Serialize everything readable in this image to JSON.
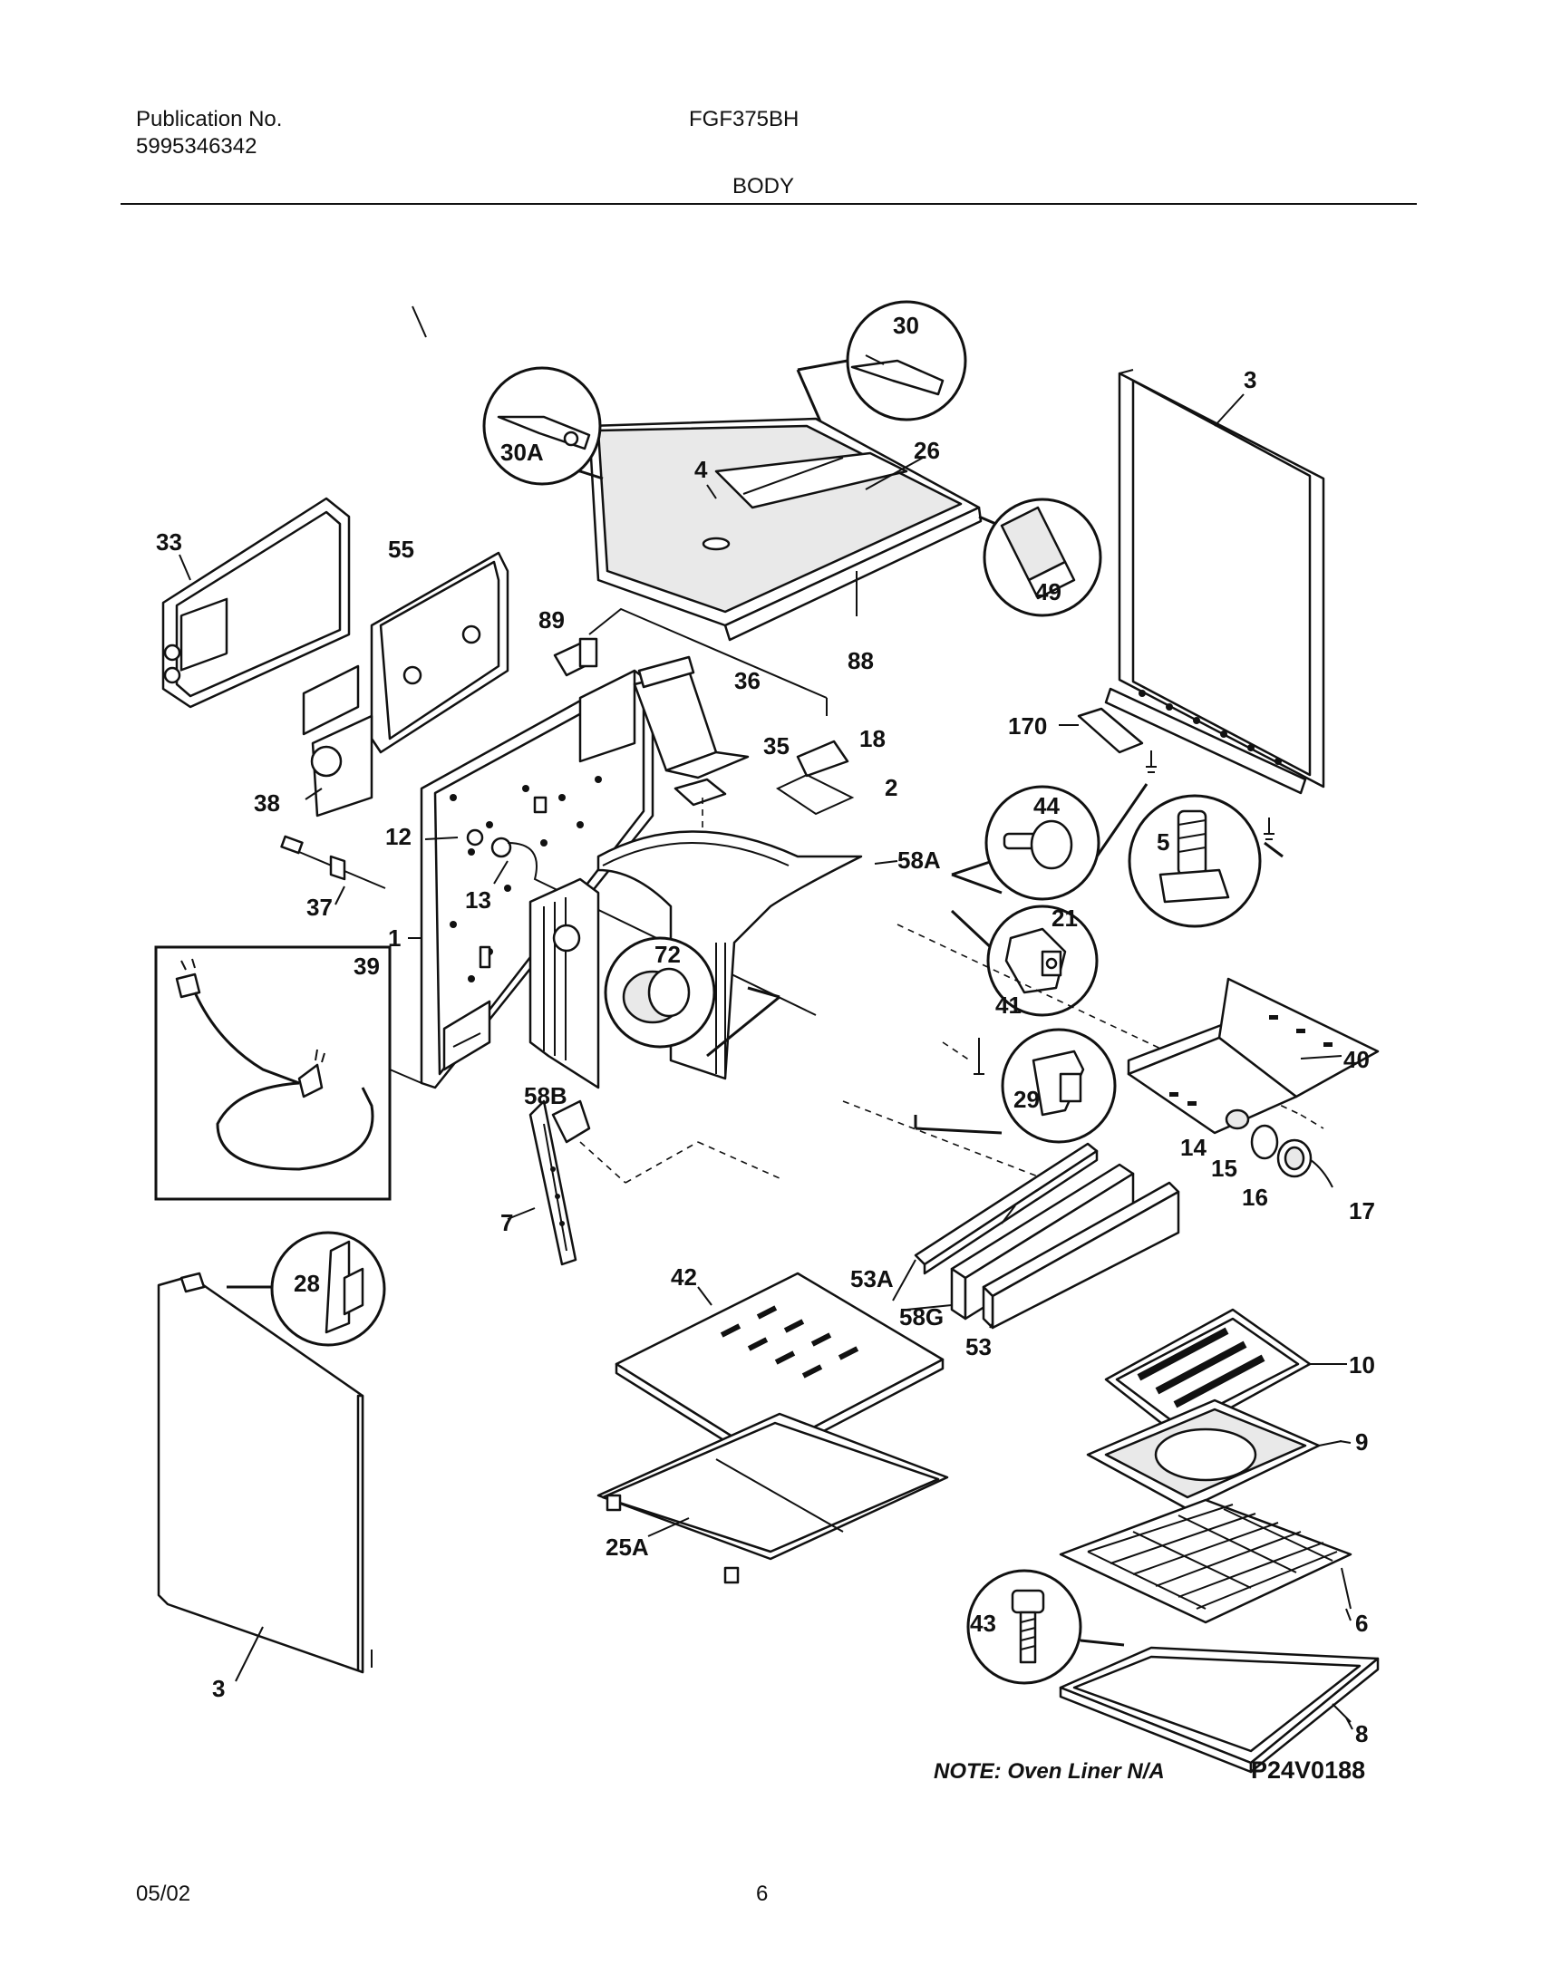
{
  "header": {
    "publication_label": "Publication No.",
    "publication_number": "5995346342",
    "model": "FGF375BH",
    "section": "BODY"
  },
  "footer": {
    "date": "05/02",
    "page": "6"
  },
  "diagram": {
    "note": "NOTE: Oven Liner N/A",
    "code": "P24V0188",
    "callouts": [
      "30",
      "30A",
      "4",
      "26",
      "49",
      "3",
      "33",
      "55",
      "89",
      "88",
      "36",
      "35",
      "18",
      "2",
      "170",
      "38",
      "12",
      "13",
      "58A",
      "44",
      "21",
      "5",
      "37",
      "1",
      "39",
      "72",
      "40",
      "58B",
      "41",
      "29",
      "14",
      "15",
      "16",
      "17",
      "7",
      "53A",
      "58G",
      "53",
      "28",
      "42",
      "10",
      "9",
      "6",
      "43",
      "25A",
      "3",
      "8"
    ]
  }
}
